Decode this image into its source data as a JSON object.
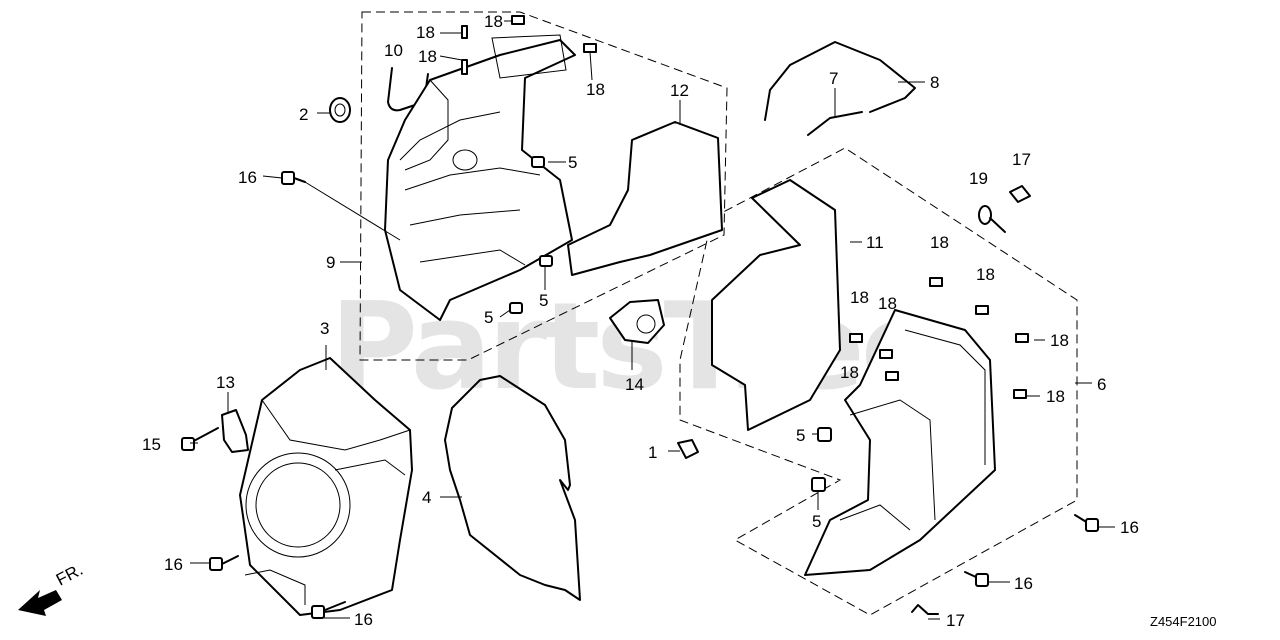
{
  "watermark": "PartsTree",
  "diagram_code": "Z454F2100",
  "direction_label": "FR.",
  "callouts": {
    "c2": "2",
    "c16a": "16",
    "c9": "9",
    "c10": "10",
    "c18a": "18",
    "c18b": "18",
    "c18c": "18",
    "c18d": "18",
    "c5a": "5",
    "c5b": "5",
    "c5c": "5",
    "c12": "12",
    "c7": "7",
    "c8": "8",
    "c19": "19",
    "c17a": "17",
    "c11": "11",
    "c18e": "18",
    "c18f": "18",
    "c18g": "18",
    "c18h": "18",
    "c18i": "18",
    "c18j": "18",
    "c18k": "18",
    "c14": "14",
    "c3": "3",
    "c13": "13",
    "c15": "15",
    "c4": "4",
    "c1": "1",
    "c5d": "5",
    "c5e": "5",
    "c6": "6",
    "c16b": "16",
    "c16c": "16",
    "c16d": "16",
    "c16e": "16",
    "c17b": "17"
  }
}
